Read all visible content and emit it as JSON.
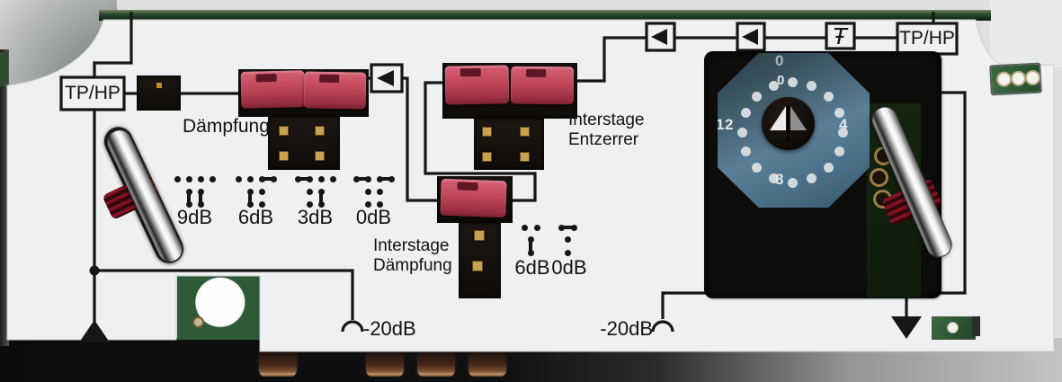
{
  "panel": {
    "filter_left": {
      "label": "TP/HP"
    },
    "filter_right": {
      "label": "TP/HP"
    },
    "equalizer_symbol": "Ŧ",
    "labels": {
      "daempfung": "Dämpfung",
      "interstage_entzerrer_line1": "Interstage",
      "interstage_entzerrer_line2": "Entzerrer",
      "interstage_daempfung_line1": "Interstage",
      "interstage_daempfung_line2": "Dämpfung",
      "testpoint_left": "-20dB",
      "testpoint_right": "-20dB"
    },
    "attenuation_legend": [
      {
        "label": "9dB",
        "top_links": [
          false,
          false
        ],
        "bottom_links": [
          true,
          true
        ]
      },
      {
        "label": "6dB",
        "top_links": [
          false,
          true
        ],
        "bottom_links": [
          true,
          false
        ]
      },
      {
        "label": "3dB",
        "top_links": [
          true,
          false
        ],
        "bottom_links": [
          false,
          true
        ]
      },
      {
        "label": "0dB",
        "top_links": [
          true,
          true
        ],
        "bottom_links": [
          false,
          false
        ]
      }
    ],
    "interstage_legend": [
      {
        "label": "6dB",
        "top_link": false,
        "bottom_link": true
      },
      {
        "label": "0dB",
        "top_link": true,
        "bottom_link": false
      }
    ],
    "rotary_switch": {
      "positions": 16,
      "scale_outer_top": "0",
      "scale_inner_top": "0",
      "scale_right": "4",
      "scale_bottom": "8",
      "scale_left": "12"
    }
  },
  "colors": {
    "panel_white": "#eef0f1",
    "print_black": "#161616",
    "jumper_red": "#bb4054",
    "switch_blue": "#4e7590",
    "pcb_green": "#2e5b37",
    "copper": "#7c5232"
  }
}
